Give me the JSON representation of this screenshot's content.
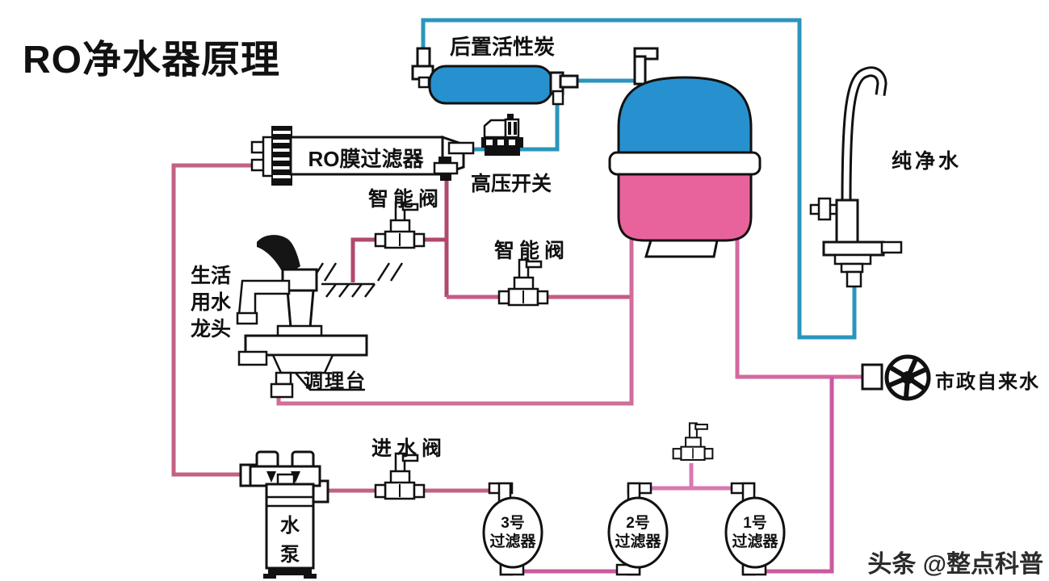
{
  "title": "RO净水器原理",
  "watermark": "头条 @整点科普",
  "labels": {
    "post_carbon": "后置活性炭",
    "ro_membrane": "RO膜过滤器",
    "high_pressure_switch": "高压开关",
    "smart_valve_1": "智能阀",
    "smart_valve_2": "智能阀",
    "pure_water": "纯净水",
    "municipal_water": "市政自来水",
    "inlet_valve": "进水阀",
    "counter": "调理台",
    "domestic_faucet": [
      "生活",
      "用水",
      "龙头"
    ],
    "pump": [
      "水",
      "泵"
    ],
    "filter3": [
      "3号",
      "过滤器"
    ],
    "filter2": [
      "2号",
      "过滤器"
    ],
    "filter1": [
      "1号",
      "过滤器"
    ]
  },
  "colors": {
    "pure_water_line": "#2b95bc",
    "feed_line": "#c26186",
    "concentrate_line": "#b2486c",
    "tank_branch_line": "#c75a85",
    "tank_line": "#cf6d9b",
    "municipal_line": "#d4699f",
    "filter_line": "#ca5a9f",
    "filter_top_line": "#d77ab0",
    "component_blue": "#2791cf",
    "tank_pink": "#e8639c",
    "outline": "#111111"
  }
}
